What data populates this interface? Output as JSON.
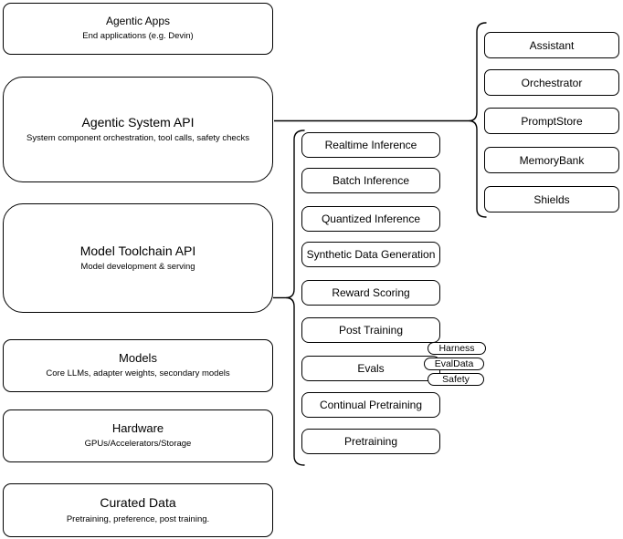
{
  "diagram": {
    "left_column": [
      {
        "title": "Agentic Apps",
        "subtitle": "End applications (e.g. Devin)"
      },
      {
        "title": "Agentic System API",
        "subtitle": "System component orchestration, tool calls, safety checks"
      },
      {
        "title": "Model Toolchain API",
        "subtitle": "Model development & serving"
      },
      {
        "title": "Models",
        "subtitle": "Core LLMs, adapter weights, secondary models"
      },
      {
        "title": "Hardware",
        "subtitle": "GPUs/Accelerators/Storage"
      },
      {
        "title": "Curated Data",
        "subtitle": "Pretraining, preference, post training."
      }
    ],
    "toolchain_services": [
      "Realtime Inference",
      "Batch Inference",
      "Quantized Inference",
      "Synthetic Data Generation",
      "Reward Scoring",
      "Post Training",
      "Evals",
      "Continual Pretraining",
      "Pretraining"
    ],
    "eval_tags": [
      "Harness",
      "EvalData",
      "Safety"
    ],
    "system_components": [
      "Assistant",
      "Orchestrator",
      "PromptStore",
      "MemoryBank",
      "Shields"
    ],
    "colors": {
      "stroke": "#000000",
      "fill": "#ffffff",
      "background": "#ffffff"
    }
  }
}
